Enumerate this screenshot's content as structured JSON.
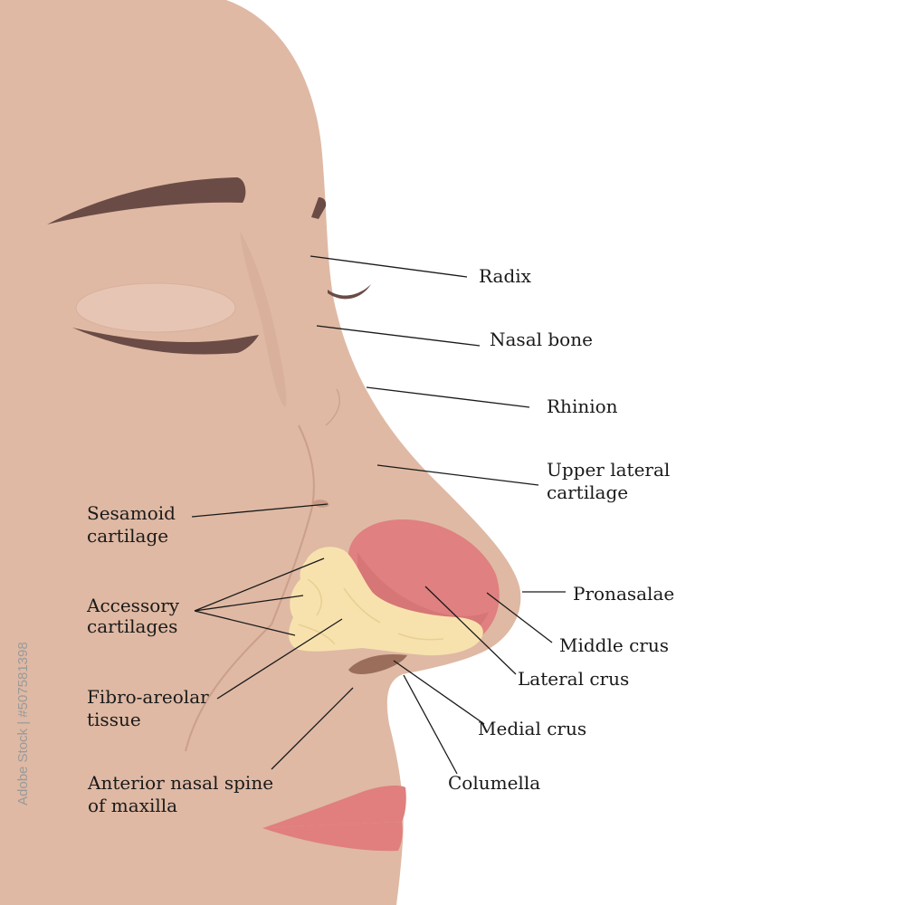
{
  "labels": {
    "radix": "Radix",
    "nasal_bone": "Nasal bone",
    "rhinion": "Rhinion",
    "upper_lateral_line1": "Upper lateral",
    "upper_lateral_line2": "cartilage",
    "sesamoid_line1": "Sesamoid",
    "sesamoid_line2": "cartilage",
    "accessory_line1": "Accessory",
    "accessory_line2": "cartilages",
    "pronasalae": "Pronasalae",
    "middle_crus": "Middle crus",
    "lateral_crus": "Lateral crus",
    "fibro_line1": "Fibro-areolar",
    "fibro_line2": "tissue",
    "medial_crus": "Medial crus",
    "columella": "Columella",
    "spine_line1": "Anterior nasal spine",
    "spine_line2": "of maxilla"
  },
  "watermark": {
    "stock_id": "Adobe Stock | #507581398"
  },
  "colors": {
    "skin": "#dfb9a4",
    "skin_shadow": "#d3a893",
    "brow": "#6a4b45",
    "lip": "#e07f7e",
    "alar_cartilage": "#e08080",
    "accessory_cartilage": "#f7e2ae",
    "spine": "#9b6e5c",
    "leader_line": "#1a1a1a"
  }
}
